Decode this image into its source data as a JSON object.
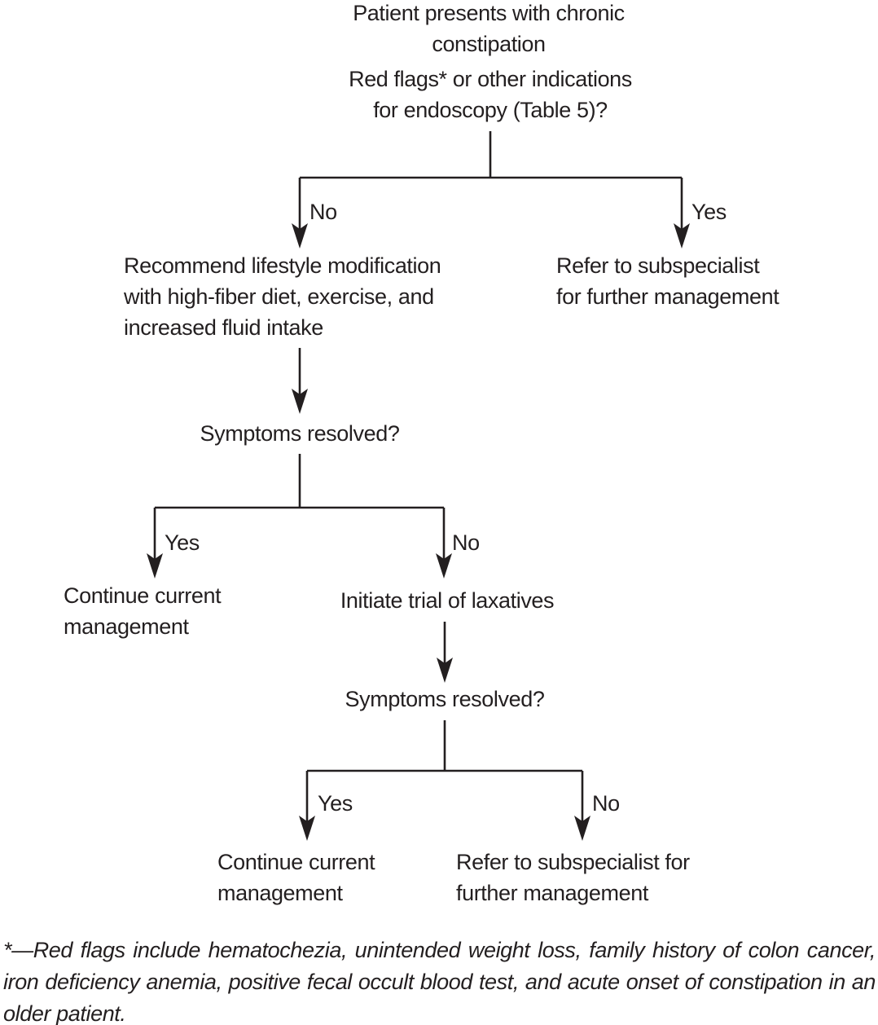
{
  "flowchart": {
    "nodes": {
      "start": {
        "lines": [
          "Patient presents with chronic",
          "constipation"
        ]
      },
      "question1": {
        "lines": [
          "Red flags* or other indications",
          "for endoscopy (Table 5)?"
        ]
      },
      "lifestyle": {
        "lines": [
          "Recommend lifestyle modification",
          "with high-fiber diet, exercise, and",
          "increased fluid intake"
        ]
      },
      "refer1": {
        "lines": [
          "Refer to subspecialist",
          "for further management"
        ]
      },
      "symptoms1": {
        "lines": [
          "Symptoms resolved?"
        ]
      },
      "continue1": {
        "lines": [
          "Continue current",
          "management"
        ]
      },
      "laxatives": {
        "lines": [
          "Initiate trial of laxatives"
        ]
      },
      "symptoms2": {
        "lines": [
          "Symptoms resolved?"
        ]
      },
      "continue2": {
        "lines": [
          "Continue current",
          "management"
        ]
      },
      "refer2": {
        "lines": [
          "Refer to subspecialist for",
          "further management"
        ]
      }
    },
    "branches": {
      "endoscopy": {
        "left": "No",
        "right": "Yes"
      },
      "resolved1": {
        "left": "Yes",
        "right": "No"
      },
      "resolved2": {
        "left": "Yes",
        "right": "No"
      }
    },
    "footnote": "*—Red flags include hematochezia, unintended weight loss, family history of colon cancer, iron deficiency anemia, positive fecal occult blood test, and acute onset of constipation in an older patient.",
    "colors": {
      "ink": "#231f20",
      "background": "#ffffff"
    }
  }
}
